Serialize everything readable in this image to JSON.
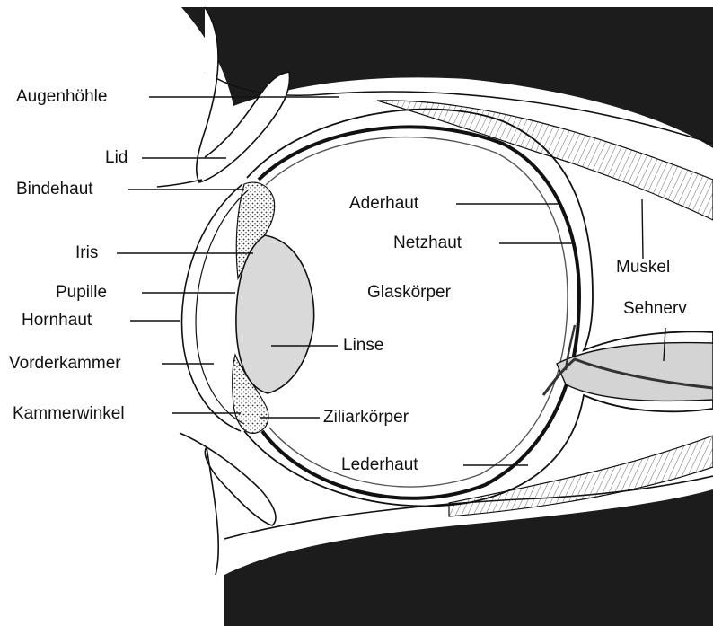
{
  "labels": {
    "augenhoehle": "Augenhöhle",
    "lid": "Lid",
    "bindehaut": "Bindehaut",
    "iris": "Iris",
    "pupille": "Pupille",
    "hornhaut": "Hornhaut",
    "vorderkammer": "Vorderkammer",
    "kammerwinkel": "Kammerwinkel",
    "aderhaut": "Aderhaut",
    "netzhaut": "Netzhaut",
    "glaskoerper": "Glaskörper",
    "linse": "Linse",
    "ziliarkoerper": "Ziliarkörper",
    "lederhaut": "Lederhaut",
    "muskel": "Muskel",
    "sehnerv": "Sehnerv"
  },
  "colors": {
    "bone": "#1c1c1c",
    "line": "#111111",
    "lens_fill": "#d9d9d9",
    "nerve_fill": "#d4d4d4",
    "background": "#ffffff"
  }
}
